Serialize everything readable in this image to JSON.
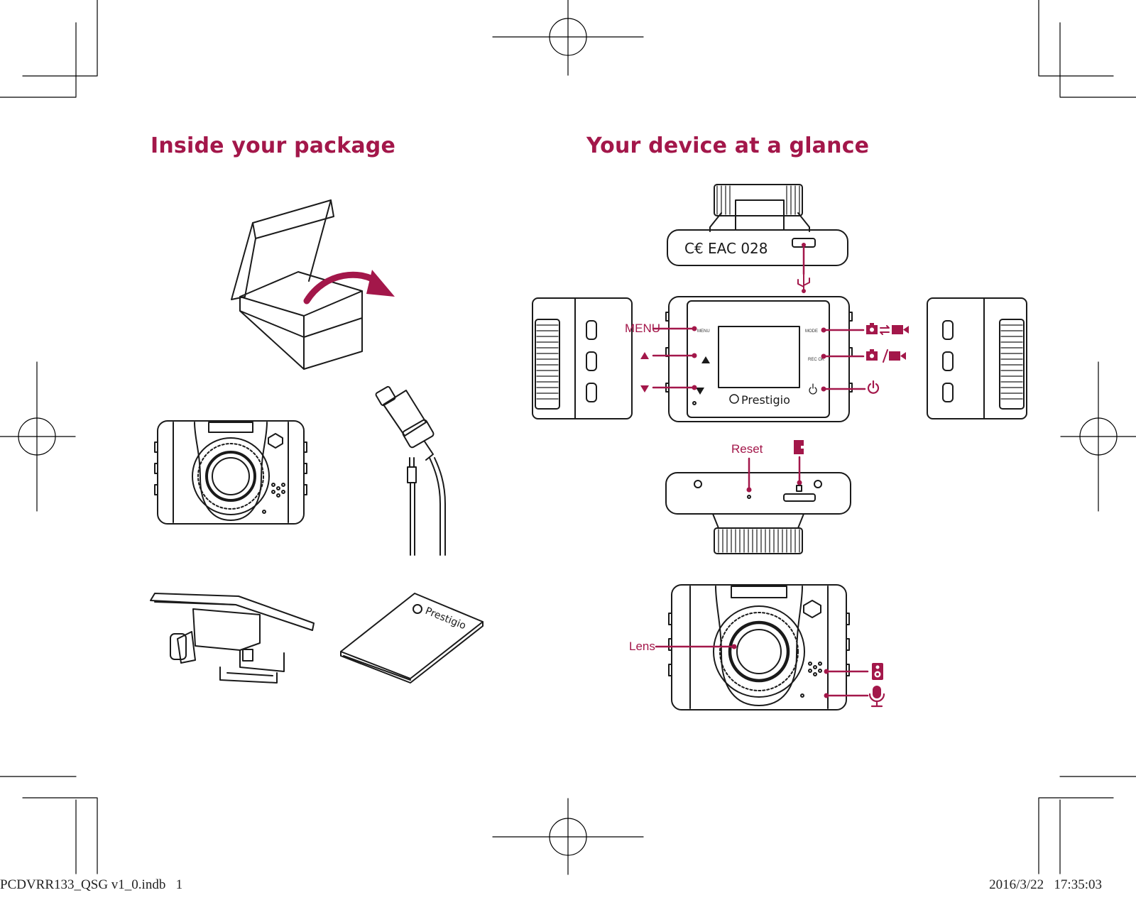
{
  "theme": {
    "accent": "#a3174a",
    "ink": "#1a1a1a"
  },
  "headings": {
    "package": "Inside your package",
    "device": "Your device at a glance"
  },
  "package_items": [
    {
      "name": "box",
      "icon": "open-box-icon"
    },
    {
      "name": "dash-camera",
      "icon": "dash-camera-icon"
    },
    {
      "name": "car-charger",
      "icon": "car-charger-icon"
    },
    {
      "name": "suction-mount",
      "icon": "suction-mount-icon"
    },
    {
      "name": "quick-start-guide",
      "icon": "guide-booklet-icon",
      "logo_text": "Prestigio"
    }
  ],
  "device": {
    "top_view": {
      "cert_marks": "C€ EAC 028",
      "port_icon": "usb-icon"
    },
    "front_screen_labels": {
      "menu": "MENU",
      "mode": "MODE",
      "rec_ok": "REC OK",
      "brand": "Prestigio"
    },
    "callouts": {
      "menu": "MENU",
      "up_icon": "up-triangle-icon",
      "down_icon": "down-triangle-icon",
      "mode_icon": "photo-video-switch-icon",
      "rec_icon": "photo-video-record-icon",
      "power_icon": "power-icon",
      "reset": "Reset",
      "sd_icon": "sd-card-icon",
      "lens": "Lens",
      "speaker_icon": "speaker-icon",
      "mic_icon": "microphone-icon"
    }
  },
  "footer": {
    "file": "PCDVRR133_QSG v1_0.indb   1",
    "timestamp": "2016/3/22   17:35:03"
  }
}
